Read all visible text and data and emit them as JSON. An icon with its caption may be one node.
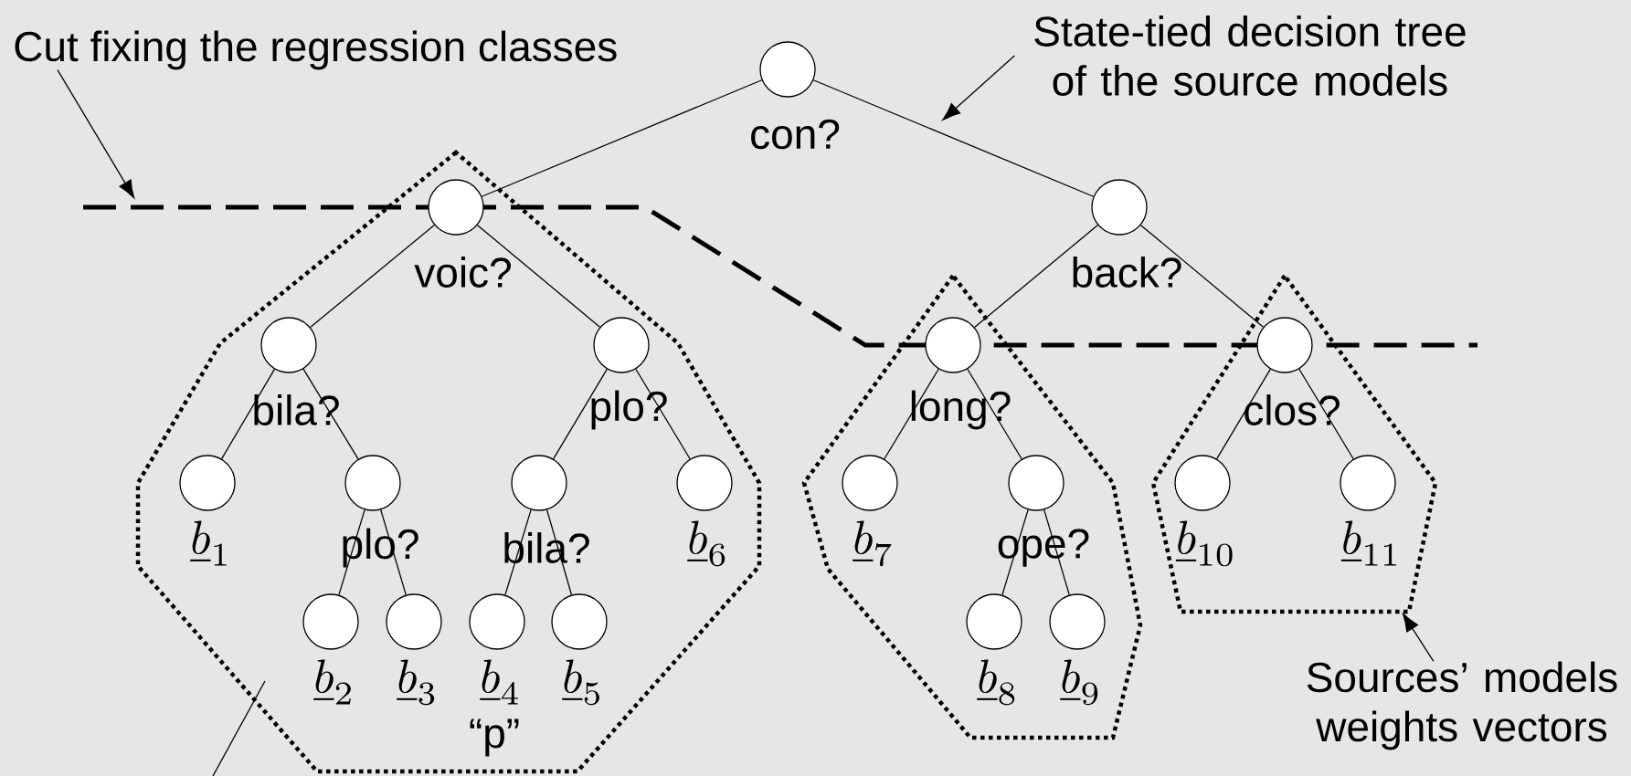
{
  "diagram": {
    "nodes": [
      {
        "text": [
          "con?"
        ]
      },
      {
        "text": [
          "“p”"
        ]
      },
      {
        "text": [
          "voic?"
        ],
        "in": 1
      },
      {
        "text": [
          "back?"
        ]
      },
      {
        "text": [],
        "shape": "polygon"
      },
      {
        "text": [],
        "shape": "polygon"
      },
      {
        "text": [
          "bila?"
        ],
        "in": 1
      },
      {
        "text": [
          "plo?"
        ],
        "in": 1
      },
      {
        "text": [
          "long?"
        ],
        "in": 4
      },
      {
        "text": [
          "clos?"
        ],
        "in": 5
      },
      {
        "text": [
          "\\underline{b}_{1}"
        ],
        "in": 1
      },
      {
        "text": [
          "plo?"
        ],
        "in": 1
      },
      {
        "text": [
          "bila?"
        ],
        "in": 1
      },
      {
        "text": [
          "\\underline{b}_{6}"
        ],
        "in": 1
      },
      {
        "text": [
          "\\underline{b}_{7}"
        ],
        "in": 4
      },
      {
        "text": [
          "ope?"
        ],
        "in": 4
      },
      {
        "text": [
          "\\underline{b}_{10}"
        ],
        "in": 5
      },
      {
        "text": [
          "\\underline{b}_{11}"
        ],
        "in": 5
      },
      {
        "text": [
          "\\underline{b}_{2}"
        ],
        "in": 1
      },
      {
        "text": [
          "\\underline{b}_{3}"
        ],
        "in": 1
      },
      {
        "text": [
          "\\underline{b}_{4}"
        ],
        "in": 1
      },
      {
        "text": [
          "\\underline{b}_{5}"
        ],
        "in": 1
      },
      {
        "text": [
          "\\underline{b}_{8}"
        ],
        "in": 4
      },
      {
        "text": [
          "\\underline{b}_{9}"
        ],
        "in": 4
      },
      {
        "text": [
          "Cut fixing the regression classes"
        ]
      },
      {
        "text": [
          "State-tied decision tree of the source models"
        ]
      },
      {
        "text": [
          "Sources’ models weights vectors"
        ]
      }
    ],
    "edges": [
      {
        "from": 0,
        "to": 2,
        "arrow": "none"
      },
      {
        "from": 0,
        "to": 3,
        "arrow": "none"
      },
      {
        "from": 2,
        "to": 6,
        "arrow": "none"
      },
      {
        "from": 2,
        "to": 7,
        "arrow": "none"
      },
      {
        "from": 3,
        "to": 8,
        "arrow": "none"
      },
      {
        "from": 3,
        "to": 9,
        "arrow": "none"
      },
      {
        "from": 6,
        "to": 10,
        "arrow": "none"
      },
      {
        "from": 6,
        "to": 11,
        "arrow": "none"
      },
      {
        "from": 7,
        "to": 12,
        "arrow": "none"
      },
      {
        "from": 7,
        "to": 13,
        "arrow": "none"
      },
      {
        "from": 8,
        "to": 14,
        "arrow": "none"
      },
      {
        "from": 8,
        "to": 15,
        "arrow": "none"
      },
      {
        "from": 9,
        "to": 16,
        "arrow": "none"
      },
      {
        "from": 9,
        "to": 17,
        "arrow": "none"
      },
      {
        "from": 11,
        "to": 18,
        "arrow": "none"
      },
      {
        "from": 11,
        "to": 19,
        "arrow": "none"
      },
      {
        "from": 12,
        "to": 20,
        "arrow": "none"
      },
      {
        "from": 12,
        "to": 21,
        "arrow": "none"
      },
      {
        "from": 15,
        "to": 22,
        "arrow": "none"
      },
      {
        "from": 15,
        "to": 23,
        "arrow": "none"
      },
      {
        "from": 24,
        "to": null,
        "arrow": "to"
      },
      {
        "from": 25,
        "to": null,
        "arrow": "to"
      },
      {
        "from": 26,
        "to": 5,
        "arrow": "to"
      },
      {
        "from": null,
        "to": 1,
        "arrow": "none"
      }
    ]
  }
}
